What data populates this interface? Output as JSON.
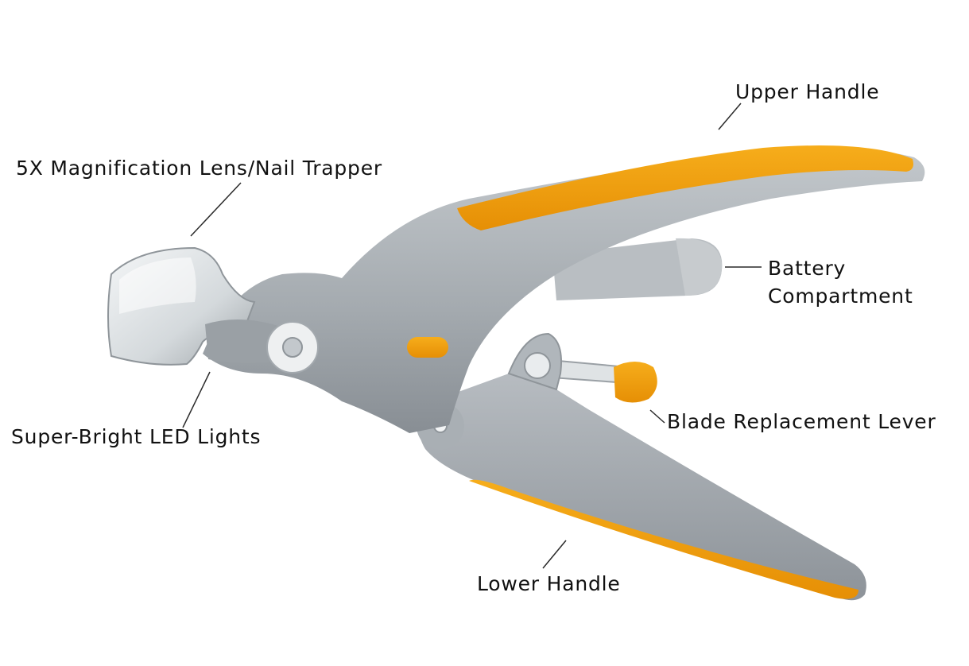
{
  "diagram": {
    "colors": {
      "body_gray": "#a3a9ae",
      "body_light": "#c2c7cb",
      "body_dark": "#7f858b",
      "accent_orange": "#f2a00d",
      "leader_line": "#2a2a2a",
      "label_text": "#111111"
    },
    "callouts": {
      "upper_handle": "Upper Handle",
      "lens": "5X Magnification Lens/Nail Trapper",
      "battery_line1": "Battery",
      "battery_line2": "Compartment",
      "blade_lever": "Blade Replacement Lever",
      "led_lights": "Super-Bright LED Lights",
      "lower_handle": "Lower Handle"
    }
  }
}
